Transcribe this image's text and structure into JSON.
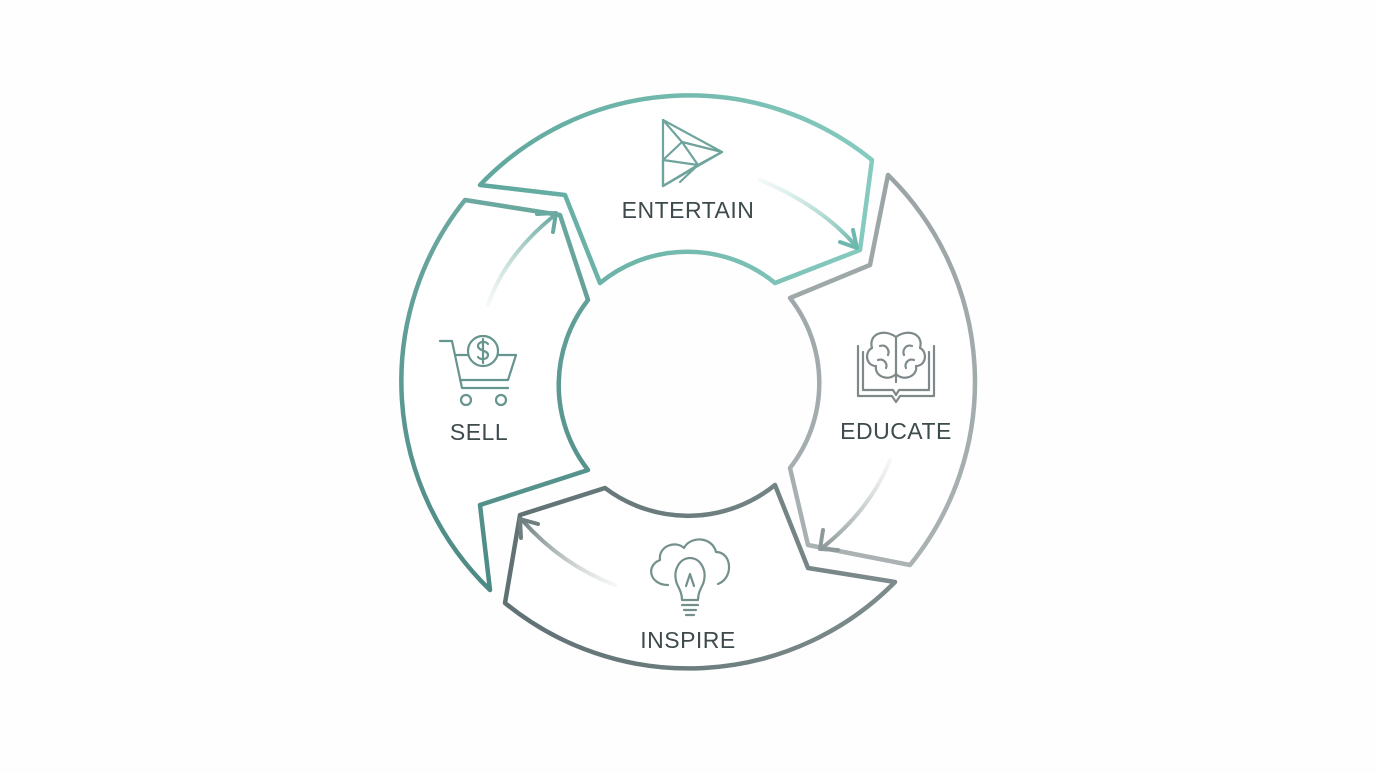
{
  "diagram": {
    "segments": [
      {
        "id": "entertain",
        "label": "ENTERTAIN",
        "icon": "play-gem-icon",
        "stroke": "#6fb8ad"
      },
      {
        "id": "educate",
        "label": "EDUCATE",
        "icon": "brain-book-icon",
        "stroke": "#a6aeaf"
      },
      {
        "id": "inspire",
        "label": "INSPIRE",
        "icon": "cloud-lightbulb-icon",
        "stroke": "#6f7f80"
      },
      {
        "id": "sell",
        "label": "SELL",
        "icon": "dollar-cart-icon",
        "stroke": "#5b9a92"
      }
    ],
    "colors": {
      "text": "#3e4a4c",
      "teal": "#6fb8ad",
      "grey": "#a6aeaf",
      "slate": "#6f7f80"
    }
  }
}
